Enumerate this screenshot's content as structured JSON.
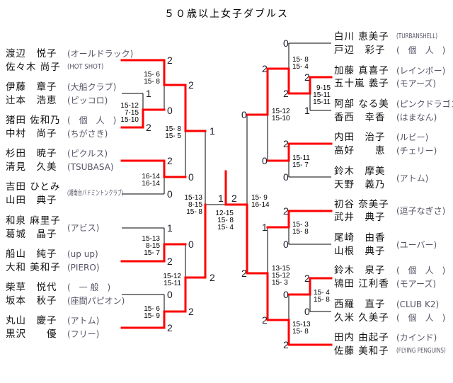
{
  "title": "５０歳以上女子ダブルス",
  "colors": {
    "winner_line": "#ff0000",
    "line": "#000000"
  },
  "left_pairs": [
    {
      "players": [
        "渡辺　悦子",
        "佐々木 尚子"
      ],
      "clubs": [
        "(オールドラック)",
        "(HOT SHOT)"
      ]
    },
    {
      "players": [
        "伊藤　章子",
        "辻本　浩恵"
      ],
      "clubs": [
        "(大船クラブ)",
        "(ピッコロ)"
      ]
    },
    {
      "players": [
        "猪田 佐和乃",
        "中村　尚子"
      ],
      "clubs": [
        "(　個　人　)",
        "(ちがさき)"
      ]
    },
    {
      "players": [
        "杉田　暁子",
        "清見　久美"
      ],
      "clubs": [
        "(ピクルス)",
        "(TSUBASA)"
      ]
    },
    {
      "players": [
        "吉田 ひとみ",
        "山田　典子"
      ],
      "club": "(湘南台バドミントンクラブ)"
    },
    {
      "players": [
        "和泉 麻里子",
        "葛城　晶子"
      ],
      "club": "(アビス)"
    },
    {
      "players": [
        "船山　純子",
        "大和 美和子"
      ],
      "clubs": [
        "(up up)",
        "(PIERO)"
      ]
    },
    {
      "players": [
        "柴草　悦代",
        "坂本　秋子"
      ],
      "clubs": [
        "(　一 般　)",
        "(座間パピオン)"
      ]
    },
    {
      "players": [
        "丸山　慶子",
        "黒沢　　優"
      ],
      "clubs": [
        "(アトム)",
        "(フリー)"
      ]
    }
  ],
  "right_pairs": [
    {
      "players": [
        "白川 恵美子",
        "戸辺　彩子"
      ],
      "clubs": [
        "(TURBANSHELL)",
        "(　個　人　)"
      ]
    },
    {
      "players": [
        "加藤 真喜子",
        "五十嵐 義子"
      ],
      "clubs": [
        "(レインボー)",
        "(モアーズ)"
      ]
    },
    {
      "players": [
        "阿部 なる美",
        "香西　幸香"
      ],
      "clubs": [
        "(ピンクドラゴン)",
        "(はまなん)"
      ]
    },
    {
      "players": [
        "内田　治子",
        "高好　　恵"
      ],
      "clubs": [
        "(ルビー)",
        "(チェリー)"
      ]
    },
    {
      "players": [
        "鈴木　摩美",
        "天野　義乃"
      ],
      "club": "(アトム)"
    },
    {
      "players": [
        "初谷 奈美子",
        "武井　典子"
      ],
      "club": "(逗子なぎさ)"
    },
    {
      "players": [
        "尾崎　由香",
        "山根　典子"
      ],
      "club": "(ユーバー)"
    },
    {
      "players": [
        "鈴木　泉子",
        "鴇田 江利香"
      ],
      "clubs": [
        "(　個　人　)",
        "(モアーズ)"
      ]
    },
    {
      "players": [
        "西羅　直子",
        "久米 久美子"
      ],
      "clubs": [
        "(CLUB K2)",
        "(　個　人　)"
      ]
    },
    {
      "players": [
        "田内 由起子",
        "佐藤 美和子"
      ],
      "clubs": [
        "(カインド)",
        "(FLYING PENGUINS)"
      ]
    }
  ],
  "match_scores": [
    "2",
    "1",
    "2",
    "0",
    "2",
    "2",
    "0",
    "0",
    "1",
    "1",
    "2",
    "0",
    "0",
    "2",
    "2",
    "2",
    "1",
    "2",
    "0",
    "2",
    "1",
    "2",
    "2",
    "2",
    "0",
    "0",
    "0",
    "2",
    "0",
    "1",
    "2",
    "0",
    "0",
    "2",
    "2",
    "2"
  ],
  "set_scores": [
    [
      "15- 6",
      "15- 8"
    ],
    [
      "15-12",
      "7-15",
      "15-10"
    ],
    [
      "15- 8",
      "15- 5"
    ],
    [
      "16-14",
      "16-14"
    ],
    [
      "15-13",
      "8-15",
      "15- 8"
    ],
    [
      "15-13",
      "8-15",
      "15- 7"
    ],
    [
      "15-12",
      "15-11"
    ],
    [
      "15- 6",
      "15- 9"
    ],
    [
      "12-15",
      "15- 8",
      "15- 4"
    ],
    [
      "15- 8",
      "15- 4"
    ],
    [
      "9-15",
      "15-11",
      "15-11"
    ],
    [
      "15-12",
      "15-10"
    ],
    [
      "15-11",
      "15- 7"
    ],
    [
      "15- 9",
      "16-14"
    ],
    [
      "15- 3",
      "15- 8"
    ],
    [
      "13-15",
      "15-12",
      "15- 3"
    ],
    [
      "15- 4",
      "15- 8"
    ],
    [
      "15-13",
      "15- 8"
    ]
  ]
}
